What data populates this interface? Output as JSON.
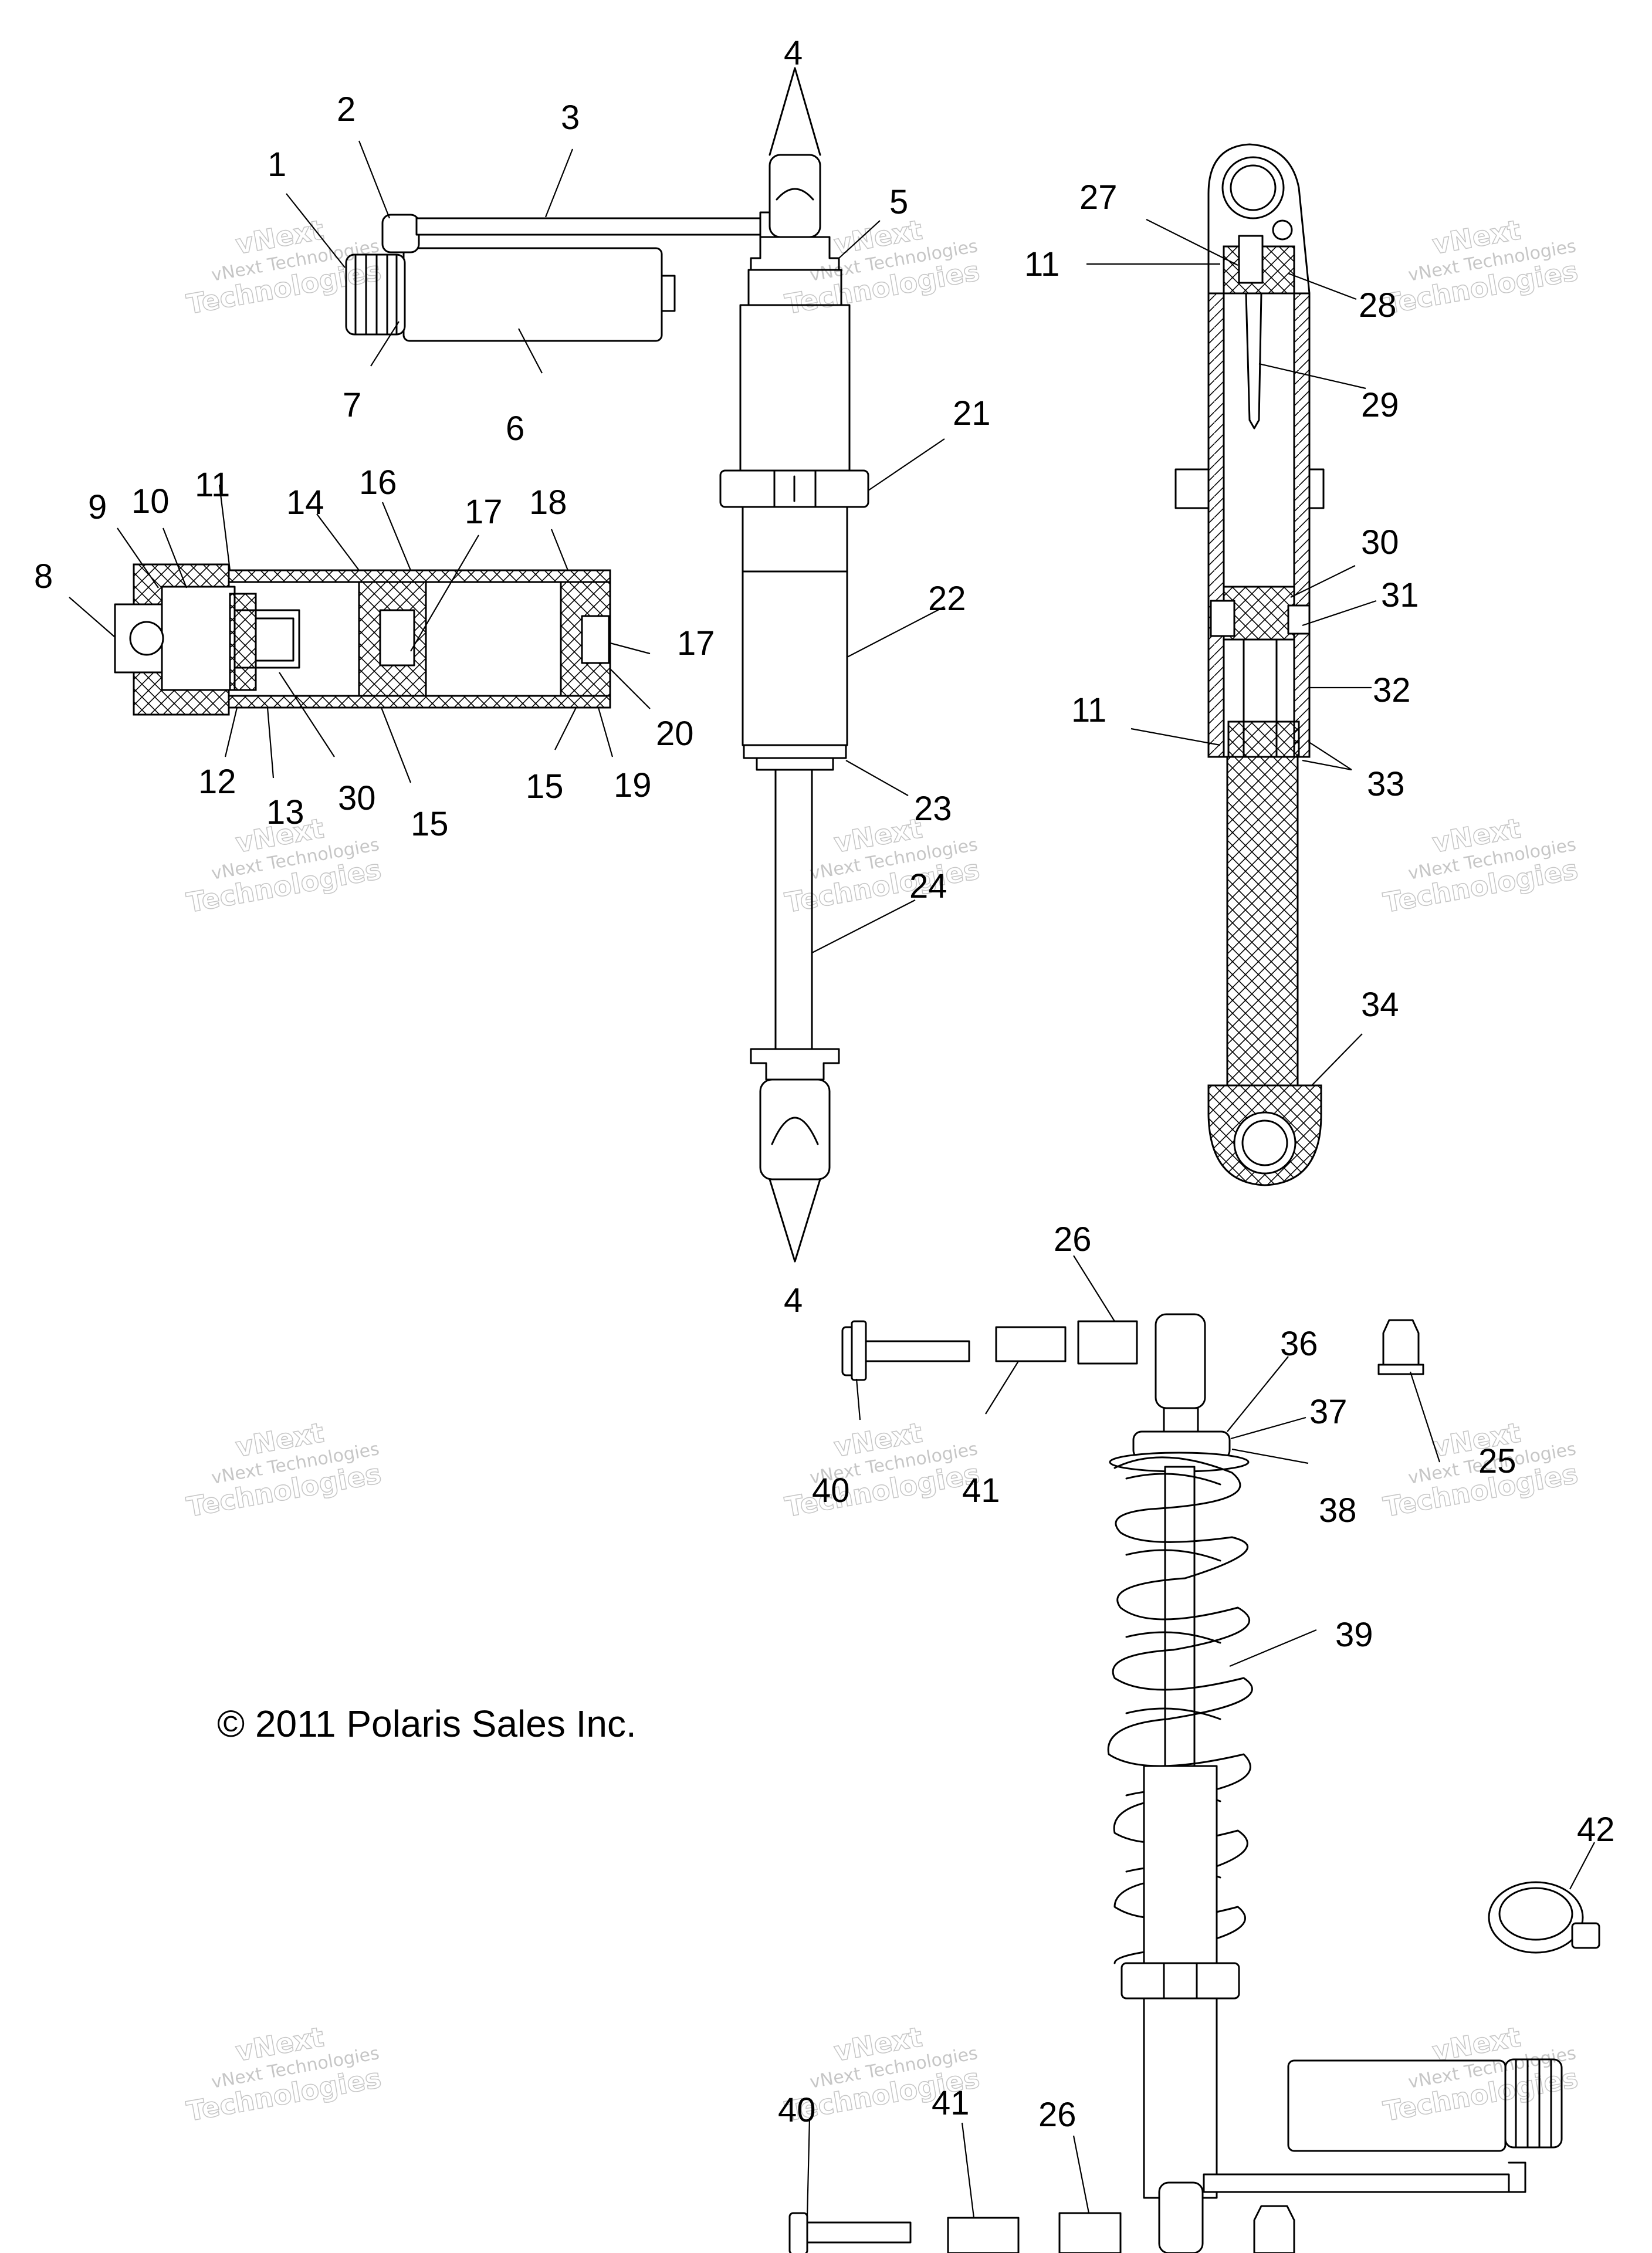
{
  "copyright": "© 2011 Polaris Sales Inc.",
  "watermark": {
    "brand": "vNext",
    "line1": "vNext Technologies",
    "line2": "Technologies"
  },
  "callouts": [
    "1",
    "2",
    "3",
    "4",
    "5",
    "6",
    "7",
    "8",
    "9",
    "10",
    "11",
    "12",
    "13",
    "14",
    "15",
    "16",
    "17",
    "18",
    "19",
    "20",
    "21",
    "22",
    "23",
    "24",
    "25",
    "26",
    "27",
    "28",
    "29",
    "30",
    "31",
    "32",
    "33",
    "34",
    "36",
    "37",
    "38",
    "39",
    "40",
    "41",
    "42"
  ]
}
